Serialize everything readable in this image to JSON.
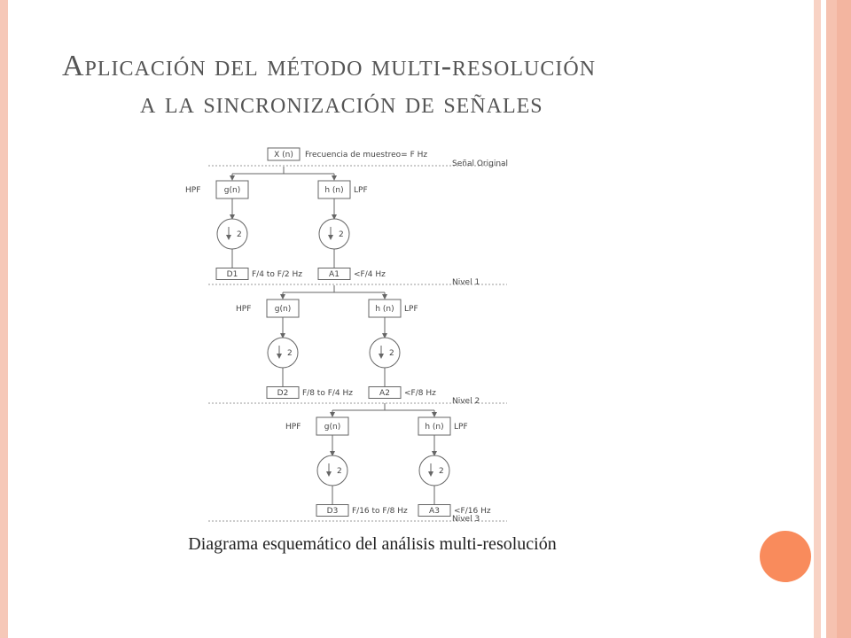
{
  "slide": {
    "title_line1": "Aplicación del método multi-resolución",
    "title_line2": "a la sincronización de señales",
    "caption": "Diagrama esquemático del análisis multi-resolución"
  },
  "diagram": {
    "root": {
      "label": "X (n)",
      "note": "Frecuencia de muestreo= F Hz",
      "level_label": "Señal Original"
    },
    "levels": [
      {
        "hpf": "HPF",
        "lpf": "LPF",
        "g": "g(n)",
        "h": "h (n)",
        "down": "2",
        "detail": "D1",
        "detail_range": "F/4 to F/2 Hz",
        "approx": "A1",
        "approx_range": "<F/4 Hz",
        "level_label": "Nivel 1"
      },
      {
        "hpf": "HPF",
        "lpf": "LPF",
        "g": "g(n)",
        "h": "h (n)",
        "down": "2",
        "detail": "D2",
        "detail_range": "F/8 to F/4 Hz",
        "approx": "A2",
        "approx_range": "<F/8 Hz",
        "level_label": "Nivel 2"
      },
      {
        "hpf": "HPF",
        "lpf": "LPF",
        "g": "g(n)",
        "h": "h (n)",
        "down": "2",
        "detail": "D3",
        "detail_range": "F/16 to F/8 Hz",
        "approx": "A3",
        "approx_range": "<F/16 Hz",
        "level_label": "Nivel 3"
      }
    ]
  },
  "colors": {
    "accent": "#f98b5c",
    "border": "#f6c8b8"
  }
}
